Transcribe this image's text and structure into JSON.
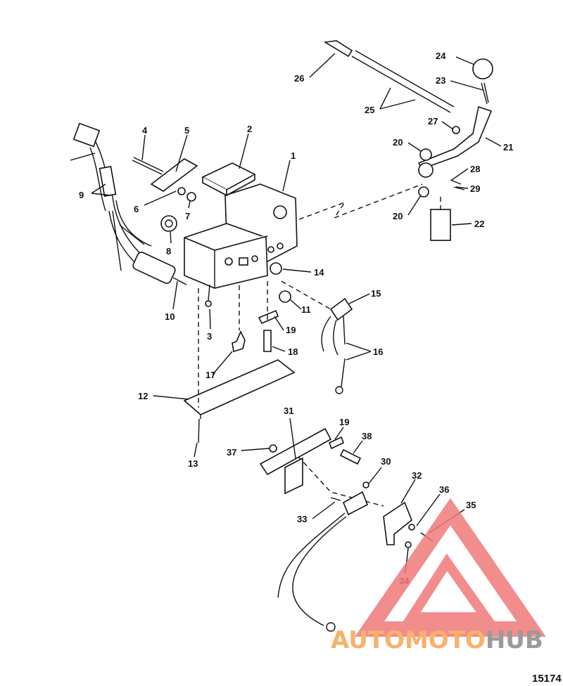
{
  "callouts": [
    "1",
    "2",
    "3",
    "4",
    "5",
    "6",
    "7",
    "8",
    "9",
    "10",
    "11",
    "12",
    "13",
    "14",
    "15",
    "16",
    "17",
    "18",
    "19",
    "19",
    "20",
    "20",
    "21",
    "22",
    "23",
    "24",
    "25",
    "26",
    "27",
    "28",
    "29",
    "30",
    "31",
    "32",
    "33",
    "34",
    "35",
    "36",
    "37",
    "38"
  ],
  "watermark": {
    "part1": "AUTOMOTO",
    "part2": "HUB",
    "color1": "#f7b26b",
    "color2": "#9a9a9a",
    "logo_color": "#f07a7a"
  },
  "figure_number": "15174"
}
